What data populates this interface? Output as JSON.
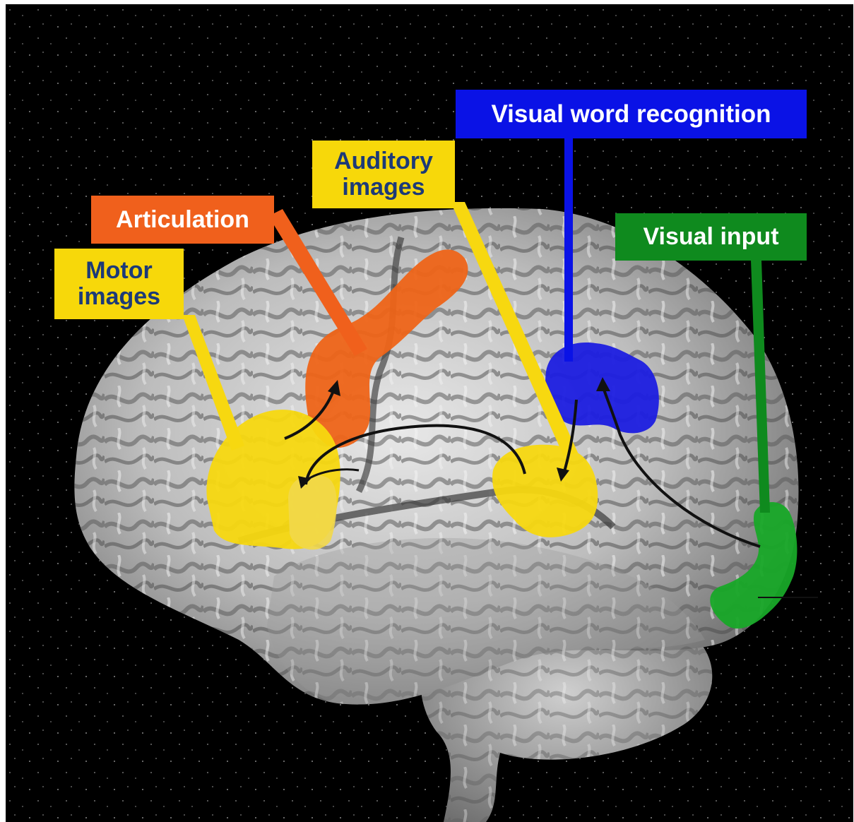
{
  "labels": {
    "visual_word_recognition": "Visual word recognition",
    "auditory_images_line1": "Auditory",
    "auditory_images_line2": "images",
    "articulation": "Articulation",
    "visual_input": "Visual input",
    "motor_images_line1": "Motor",
    "motor_images_line2": "images"
  },
  "colors": {
    "background": "#000000",
    "blue": "#0a12e6",
    "yellow": "#f7d80a",
    "orange": "#f0601c",
    "green": "#0f8a1e",
    "navy_text": "#1c3a78",
    "brain_gray": "#bdbdbd"
  }
}
